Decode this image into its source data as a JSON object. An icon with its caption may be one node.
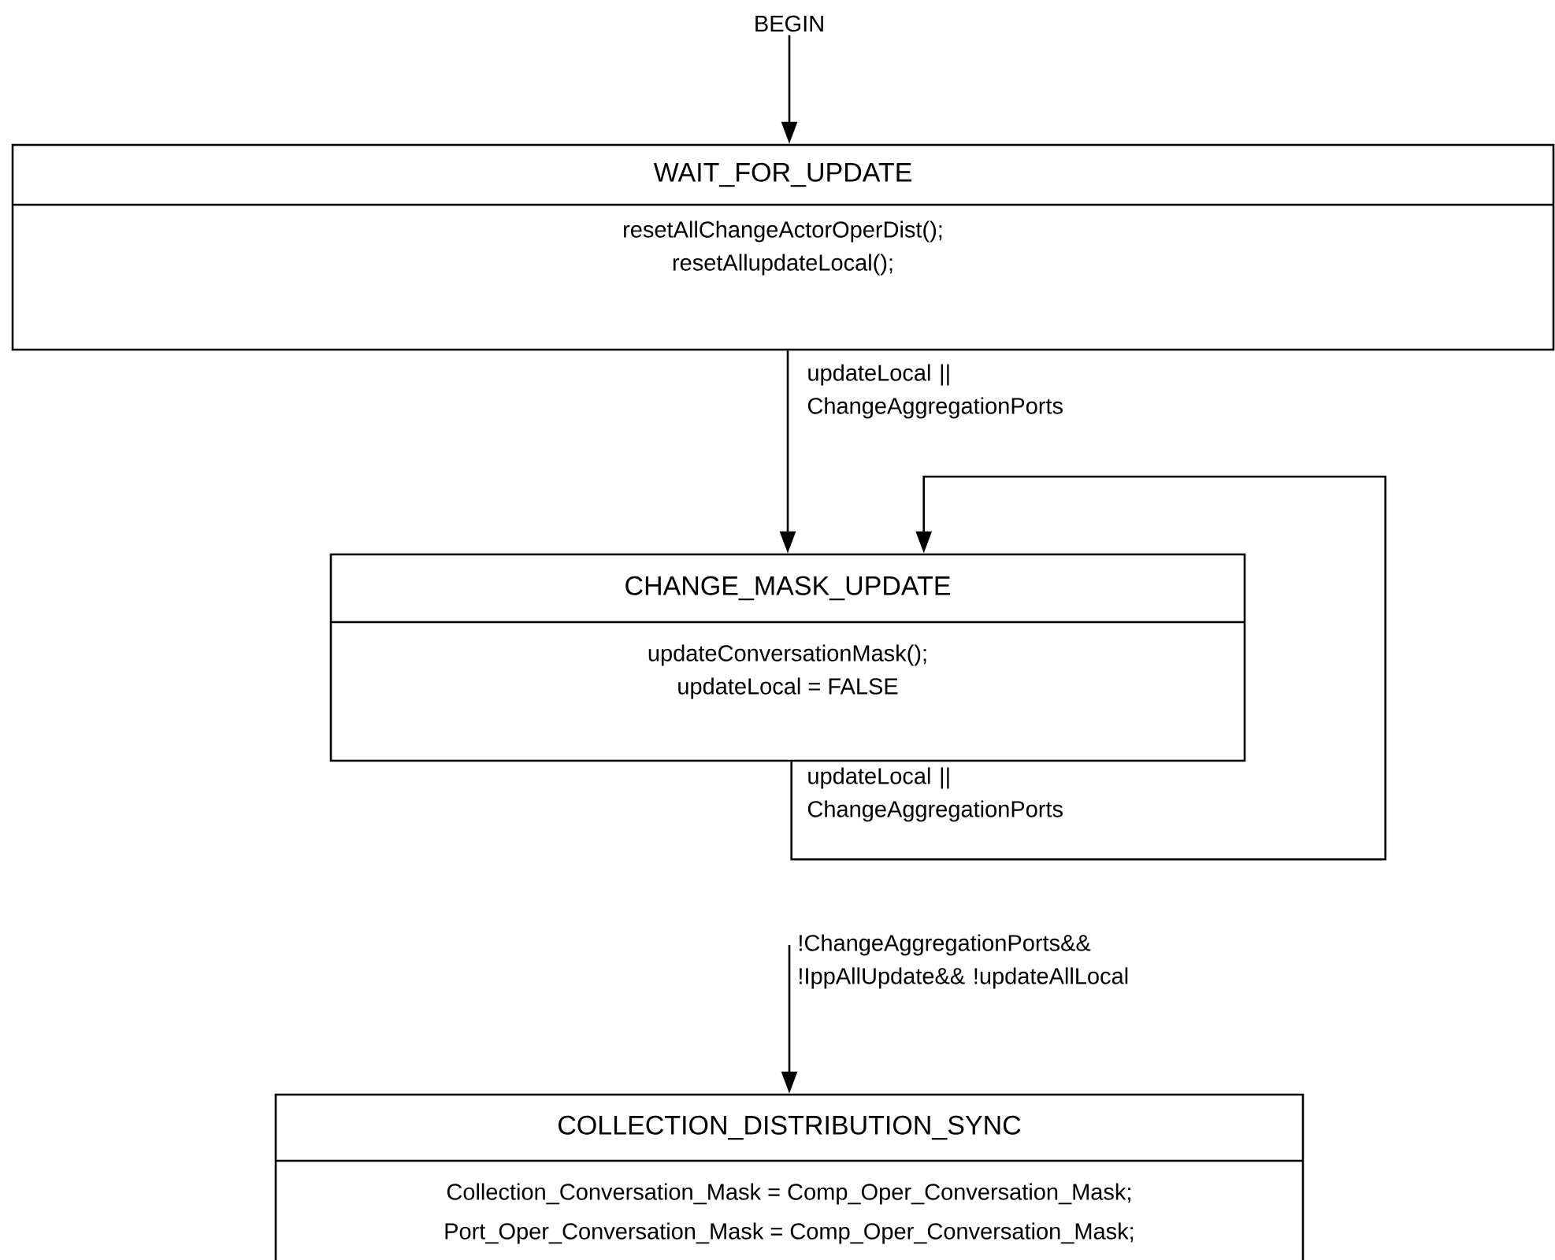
{
  "diagram": {
    "nodes": [
      {
        "text": [
          "BEGIN"
        ]
      },
      {
        "text": [
          "WAIT_FOR_UPDATE",
          "resetAllChangeActorOperDist();",
          "resetAllupdateLocal();"
        ]
      },
      {
        "text": [
          "CHANGE_MASK_UPDATE",
          "updateConversationMask();",
          "updateLocal = FALSE"
        ]
      },
      {
        "text": [
          "COLLECTION_DISTRIBUTION_SYNC",
          "Collection_Conversation_Mask = Comp_Oper_Conversation_Mask;",
          "Port_Oper_Conversation_Mask = Comp_Oper_Conversation_Mask;"
        ]
      }
    ],
    "edges": [
      {
        "from": 0,
        "to": 1,
        "arrow": "to"
      },
      {
        "from": 1,
        "to": 2,
        "arrow": "to",
        "label": "updateLocal || ChangeAggregationPorts"
      },
      {
        "from": 2,
        "to": 2,
        "arrow": "to",
        "label": "updateLocal || ChangeAggregationPorts"
      },
      {
        "from": null,
        "to": 3,
        "arrow": "to",
        "label": "!ChangeAggregationPorts&& !IppAllUpdate&& !updateAllLocal"
      }
    ]
  }
}
